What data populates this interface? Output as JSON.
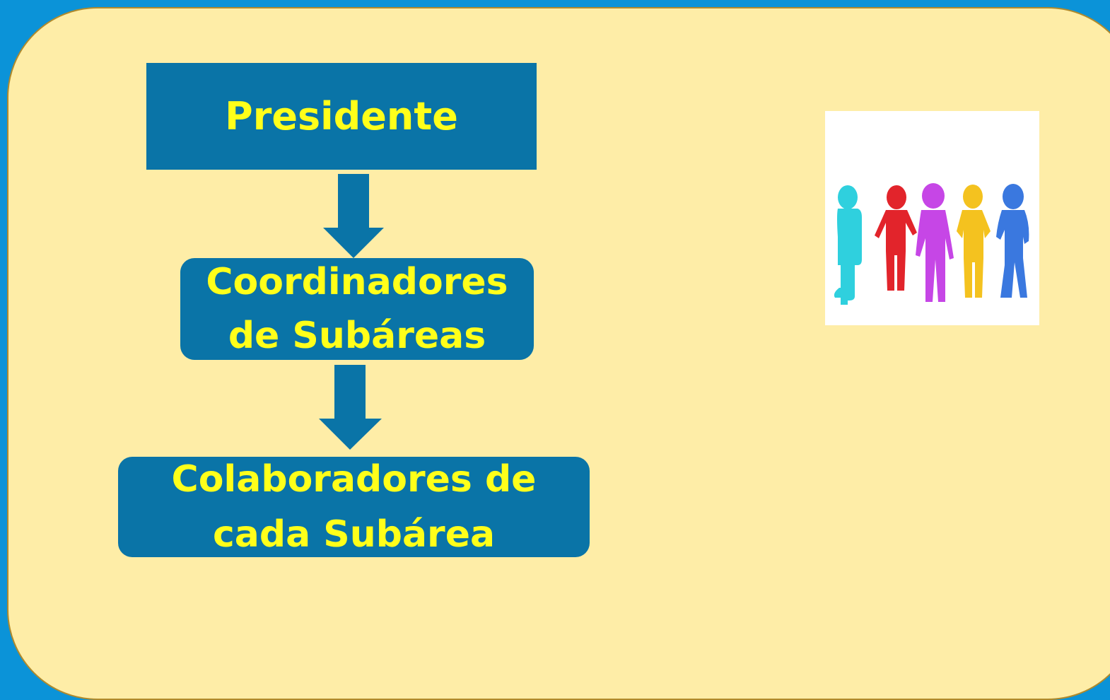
{
  "org_chart": {
    "levels": [
      {
        "label": "Presidente"
      },
      {
        "label": "Coordinadores de Subáreas"
      },
      {
        "label": "Colaboradores de cada Subárea"
      }
    ]
  },
  "image": {
    "description_icon": "people-group-icon"
  },
  "colors": {
    "background": "#0b93d8",
    "panel": "#feeda7",
    "box": "#0a74a7",
    "text": "#ffff1a",
    "people": [
      "#2fd0de",
      "#e2242b",
      "#c646e6",
      "#f4c21f",
      "#3a78df"
    ]
  }
}
